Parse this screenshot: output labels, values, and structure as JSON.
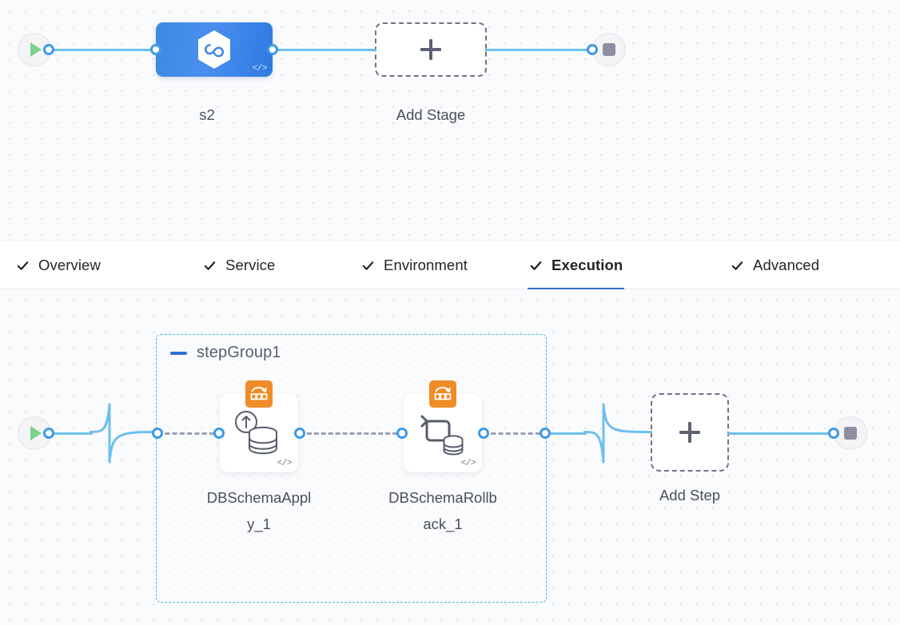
{
  "theme": {
    "accent_blue": "#2b6fd8",
    "link_blue": "#6cc0ef",
    "port_blue": "#3d9ae8",
    "group_border": "#4ab3ea",
    "badge_orange": "#ef8c28",
    "canvas_bg": "#fafbfc",
    "dot_grid": "#dfe3e8",
    "start_green": "#7bd389",
    "stop_gray": "#8d8fa0"
  },
  "stage_canvas": {
    "start_node": {
      "icon": "play-icon"
    },
    "stage_node": {
      "label": "s2",
      "icon": "hexagon-infinity-icon",
      "code_badge": "</>"
    },
    "add_stage": {
      "label": "Add Stage",
      "icon": "plus-icon"
    },
    "stop_node": {
      "icon": "stop-icon"
    }
  },
  "tabs": [
    {
      "label": "Overview",
      "icon": "check-icon",
      "active": false
    },
    {
      "label": "Service",
      "icon": "check-icon",
      "active": false
    },
    {
      "label": "Environment",
      "icon": "check-icon",
      "active": false
    },
    {
      "label": "Execution",
      "icon": "check-icon",
      "active": true
    },
    {
      "label": "Advanced",
      "icon": "check-icon",
      "active": false
    }
  ],
  "step_canvas": {
    "start_node": {
      "icon": "play-icon"
    },
    "group": {
      "title": "stepGroup1",
      "collapse_icon": "minus-icon",
      "steps": [
        {
          "label": "DBSchemaApply_1",
          "label_wrapped": "DBSchemaAppl\ny_1",
          "badge_icon": "database-migration-icon",
          "glyph_icon": "database-up-arrow-icon",
          "code_badge": "</>"
        },
        {
          "label": "DBSchemaRollback_1",
          "label_wrapped": "DBSchemaRollb\nack_1",
          "badge_icon": "database-migration-icon",
          "glyph_icon": "database-rollback-icon",
          "code_badge": "</>"
        }
      ]
    },
    "add_step": {
      "label": "Add Step",
      "icon": "plus-icon"
    },
    "stop_node": {
      "icon": "stop-icon"
    }
  }
}
